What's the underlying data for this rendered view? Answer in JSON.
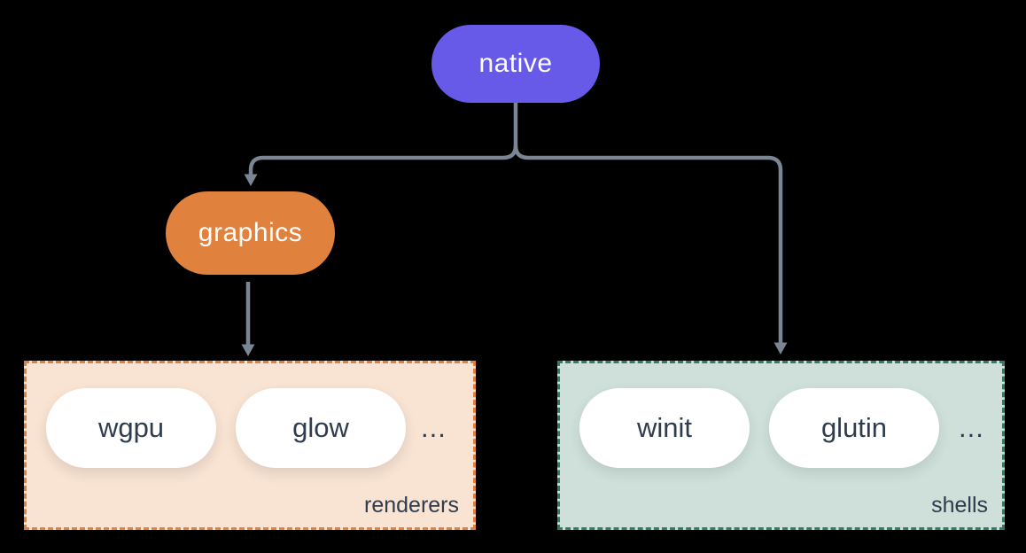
{
  "diagram": {
    "background_color": "#000000",
    "connector_color": "#7A8694",
    "item_pill_fill": "#FFFFFF",
    "item_text_color": "#2E3C4D",
    "nodes": {
      "native": {
        "label": "native",
        "fill": "#675AE8",
        "text_color": "#FFFFFF"
      },
      "graphics": {
        "label": "graphics",
        "fill": "#E0813D",
        "text_color": "#FFFFFF"
      }
    },
    "groups": {
      "renderers": {
        "label": "renderers",
        "fill": "#F9E3D2",
        "border_color": "#E0813D",
        "items": [
          "wgpu",
          "glow"
        ],
        "ellipsis": "..."
      },
      "shells": {
        "label": "shells",
        "fill": "#CFE0DA",
        "border_color": "#2E7D6B",
        "items": [
          "winit",
          "glutin"
        ],
        "ellipsis": "..."
      }
    },
    "edges": [
      {
        "from": "native",
        "to": "graphics"
      },
      {
        "from": "native",
        "to": "shells"
      },
      {
        "from": "graphics",
        "to": "renderers"
      }
    ]
  }
}
